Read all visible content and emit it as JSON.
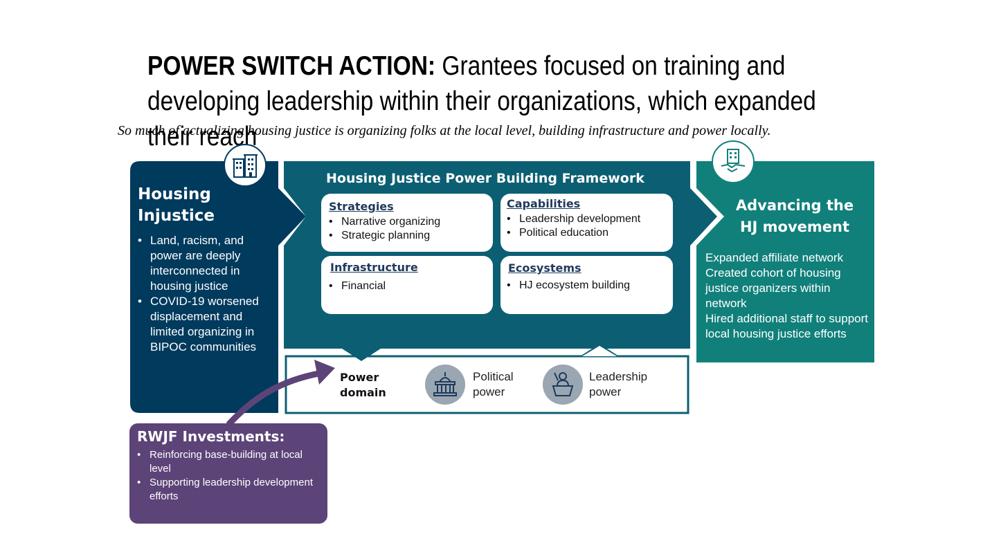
{
  "header": {
    "title_bold": "POWER SWITCH ACTION:",
    "title_rest": " Grantees focused on training and developing leadership within their organizations, which expanded their reach",
    "subtitle": "So much of actualizing housing justice is organizing folks at the local level, building infrastructure and power locally."
  },
  "left_panel": {
    "title_line1": "Housing",
    "title_line2": "Injustice",
    "bullets": [
      "Land, racism, and power are deeply interconnected in housing justice",
      "COVID-19 worsened displacement and limited organizing in BIPOC communities"
    ]
  },
  "framework": {
    "title": "Housing Justice Power Building Framework",
    "cards": [
      {
        "title": "Strategies",
        "items": [
          "Narrative organizing",
          "Strategic planning"
        ]
      },
      {
        "title": "Capabilities",
        "items": [
          "Leadership development",
          "Political education"
        ]
      },
      {
        "title": "Infrastructure",
        "items": [
          "Financial"
        ]
      },
      {
        "title": "Ecosystems",
        "items": [
          "HJ ecosystem building"
        ]
      }
    ],
    "power_domain_line1": "Power",
    "power_domain_line2": "domain",
    "political_line1": "Political",
    "political_line2": "power",
    "leadership_line1": "Leadership",
    "leadership_line2": "power"
  },
  "right_panel": {
    "title_line1": "Advancing the",
    "title_line2": "HJ movement",
    "items": [
      "Expanded affiliate network",
      "Created cohort of housing justice organizers within network",
      "Hired additional staff to support local housing justice efforts"
    ]
  },
  "investments": {
    "title": "RWJF Investments:",
    "bullets": [
      "Reinforcing base-building at local level",
      "Supporting leadership development efforts"
    ]
  },
  "colors": {
    "left_panel": "#003a5d",
    "framework": "#0c5f73",
    "right_panel": "#11807a",
    "investments": "#5c4378",
    "icon_gray": "#9aa6b2"
  },
  "icons": [
    "apartment-building-icon",
    "handshake-building-icon",
    "capitol-building-icon",
    "speaker-podium-icon"
  ]
}
